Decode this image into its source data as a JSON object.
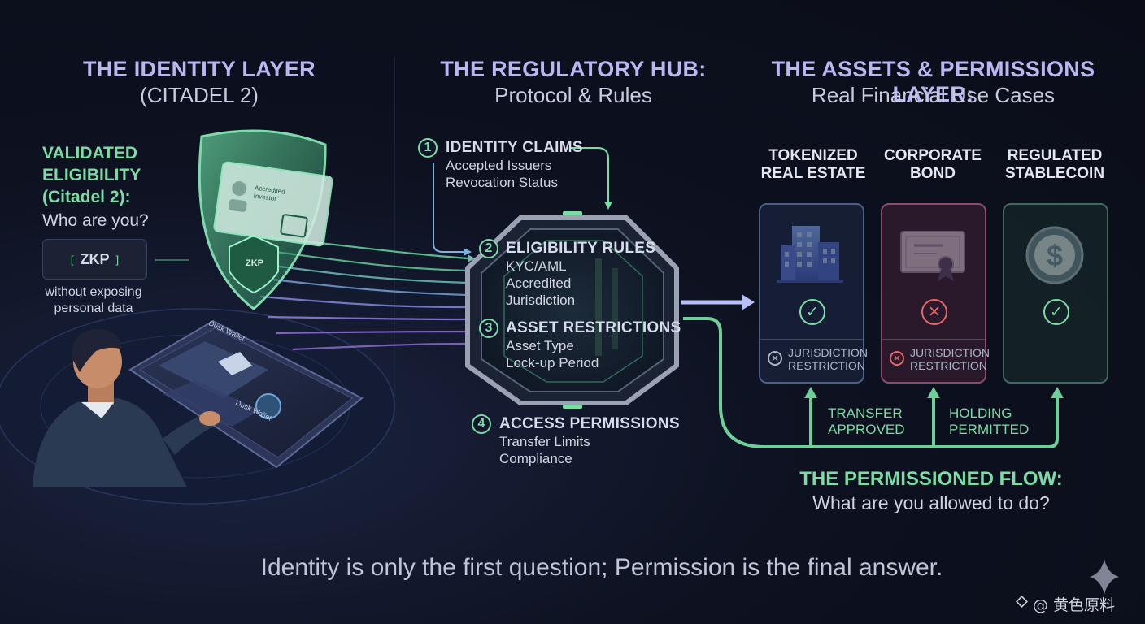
{
  "identity_layer": {
    "title": "THE IDENTITY LAYER",
    "subtitle": "(CITADEL 2)",
    "validated_heading": [
      "VALIDATED",
      "ELIGIBILITY",
      "(Citadel 2):"
    ],
    "question": "Who are you?",
    "zkp_badge": "ZKP",
    "zkp_note": [
      "without exposing",
      "personal data"
    ],
    "shield_text": "ZKP",
    "card_text": [
      "Accredited",
      "Investor"
    ],
    "tablet_text": [
      "Dusk Wallet",
      "Dusk Wallet"
    ]
  },
  "regulatory_hub": {
    "title": "THE REGULATORY HUB:",
    "subtitle": "Protocol & Rules",
    "rules": [
      {
        "number": "1",
        "title": "IDENTITY CLAIMS",
        "items": [
          "Accepted Issuers",
          "Revocation Status"
        ]
      },
      {
        "number": "2",
        "title": "ELIGIBILITY RULES",
        "items": [
          "KYC/AML",
          "Accredited",
          "Jurisdiction"
        ]
      },
      {
        "number": "3",
        "title": "ASSET RESTRICTIONS",
        "items": [
          "Asset Type",
          "Lock-up Period"
        ]
      },
      {
        "number": "4",
        "title": "ACCESS PERMISSIONS",
        "items": [
          "Transfer Limits",
          "Compliance"
        ]
      }
    ]
  },
  "assets_layer": {
    "title": "THE ASSETS & PERMISSIONS LAYER:",
    "subtitle": "Real Financial Use Cases",
    "assets": [
      {
        "title": [
          "TOKENIZED",
          "REAL ESTATE"
        ],
        "icon": "building-icon",
        "status": "allowed",
        "restriction": [
          "JURISDICTION",
          "RESTRICTION"
        ]
      },
      {
        "title": [
          "CORPORATE",
          "BOND"
        ],
        "icon": "certificate-icon",
        "status": "denied",
        "restriction": [
          "JURISDICTION",
          "RESTRICTION"
        ]
      },
      {
        "title": [
          "REGULATED",
          "STABLECOIN"
        ],
        "icon": "dollar-coin-icon",
        "status": "allowed",
        "restriction": []
      }
    ],
    "flow_labels": [
      [
        "TRANSFER",
        "APPROVED"
      ],
      [
        "HOLDING",
        "PERMITTED"
      ]
    ],
    "permissioned_title": "THE PERMISSIONED FLOW:",
    "permissioned_question": "What are you allowed to do?"
  },
  "footer": {
    "tagline": "Identity is only the first question; Permission is the final answer.",
    "watermark": "@ 黄色原料"
  },
  "colors": {
    "accent_green": "#7cdca5",
    "accent_purple": "#b9b6f2",
    "deny_red": "#e26767",
    "background": "#0a0d18"
  }
}
